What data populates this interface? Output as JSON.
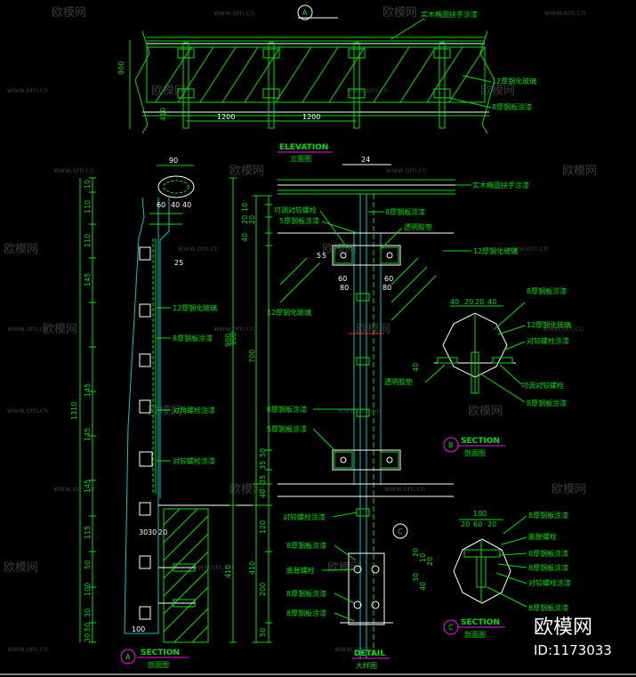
{
  "watermark": {
    "brand": "欧模网",
    "site": "www.om.cn"
  },
  "brand_footer": {
    "name": "欧模网",
    "id_text": "ID:1173033"
  },
  "colors": {
    "background": "#000000",
    "line": "#00e000",
    "cyan": "#00c8c8",
    "magenta": "#ff00ff",
    "red": "#ff2020"
  },
  "elevation": {
    "title": "ELEVATION",
    "subtitle": "立面图",
    "callout": "A",
    "labels": {
      "handrail": "实木椭圆扶手涂漆",
      "glass": "12厚钢化玻璃",
      "plate": "8厚钢板涂漆"
    },
    "dims": {
      "h_total": "900",
      "h_base": "410",
      "span1": "1200",
      "span2": "1200"
    }
  },
  "section_a": {
    "title": "SECTION",
    "subtitle": "剖面图",
    "callout": "A",
    "top_dims": [
      "90",
      "60",
      "40",
      "40",
      "25",
      "30",
      "30",
      "20",
      "100"
    ],
    "labels": {
      "glass": "12厚钢化玻璃",
      "plate": "8厚钢板涂漆",
      "bolt_plate": "对角螺栓涂漆",
      "steel_plate": "对较螺栓涂漆"
    },
    "left_dims": [
      "1310",
      "10",
      "110",
      "110",
      "145",
      "145",
      "145",
      "145",
      "115",
      "50",
      "100",
      "30",
      "50",
      "30"
    ],
    "mid_dims": [
      "900",
      "410"
    ]
  },
  "detail": {
    "title": "DETAIL",
    "subtitle": "大样图",
    "callout": "C",
    "top_dim": "24",
    "labels": {
      "handrail": "实木椭圆扶手涂漆",
      "adj_bolt": "可调对较螺栓",
      "plate5": "5厚钢板涂漆",
      "plate8": "8厚钢板涂漆",
      "pad": "透明胶垫",
      "glass": "12厚钢化玻璃",
      "glass2": "12厚钢化玻璃",
      "plate8b": "8厚钢板涂漆",
      "plate5b": "5厚钢板涂漆",
      "bolt": "对较螺栓涂漆",
      "plate8c": "8厚钢板涂漆",
      "bolt2": "膨胀螺栓",
      "plate8d": "8厚钢板涂漆",
      "plate8e": "8厚钢板涂漆"
    },
    "dims_left": [
      "10",
      "20",
      "20",
      "40",
      "900",
      "700",
      "40",
      "35",
      "35",
      "50",
      "120",
      "410",
      "200",
      "50"
    ],
    "dims_plate": [
      "60",
      "60",
      "80",
      "80",
      "5",
      "5"
    ]
  },
  "section_b": {
    "title": "SECTION",
    "subtitle": "剖面图",
    "callout": "B",
    "dims": [
      "40",
      "20",
      "20",
      "40",
      "40"
    ],
    "labels": {
      "glass": "12厚钢化玻璃",
      "bolt": "对较螺栓涂漆",
      "pad": "透明胶垫",
      "adj": "可调对较螺栓",
      "plate": "8厚钢板涂漆",
      "plate2": "8厚钢板涂漆"
    }
  },
  "section_c": {
    "title": "SECTION",
    "subtitle": "剖面图",
    "callout": "C",
    "dims": [
      "100",
      "20",
      "60",
      "20",
      "20",
      "10",
      "20",
      "30",
      "40"
    ],
    "labels": {
      "plate": "8厚钢板涂漆",
      "bolt": "膨胀螺栓",
      "plate2": "8厚钢板涂漆",
      "plate3": "8厚钢板涂漆",
      "bolt2": "对较螺栓涂漆",
      "plate4": "8厚钢板涂漆"
    }
  }
}
